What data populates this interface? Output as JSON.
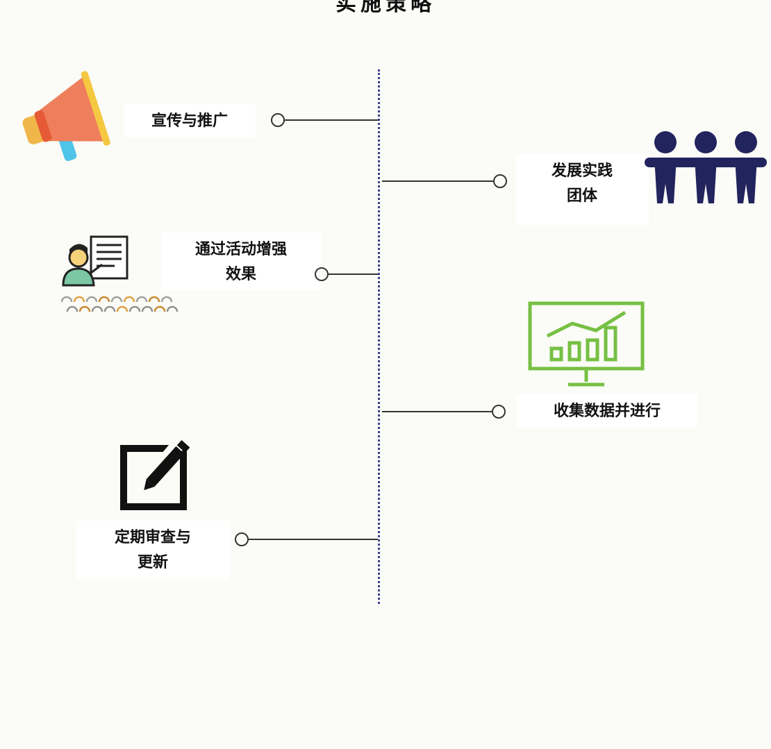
{
  "title": "实施策略",
  "steps": [
    {
      "label": "宣传与推广",
      "icon": "megaphone-icon"
    },
    {
      "label": "发展实践\n团体",
      "icon": "team-icon"
    },
    {
      "label": "通过活动增强\n效果",
      "icon": "presentation-audience-icon"
    },
    {
      "label": "收集数据并进行",
      "icon": "chart-monitor-icon"
    },
    {
      "label": "定期审查与\n更新",
      "icon": "edit-icon"
    }
  ],
  "colors": {
    "axis": "#3a3f8f",
    "connector": "#333333",
    "megaphone": "#ef7f5c",
    "team": "#22245e",
    "chart": "#76c043",
    "edit": "#111111"
  }
}
